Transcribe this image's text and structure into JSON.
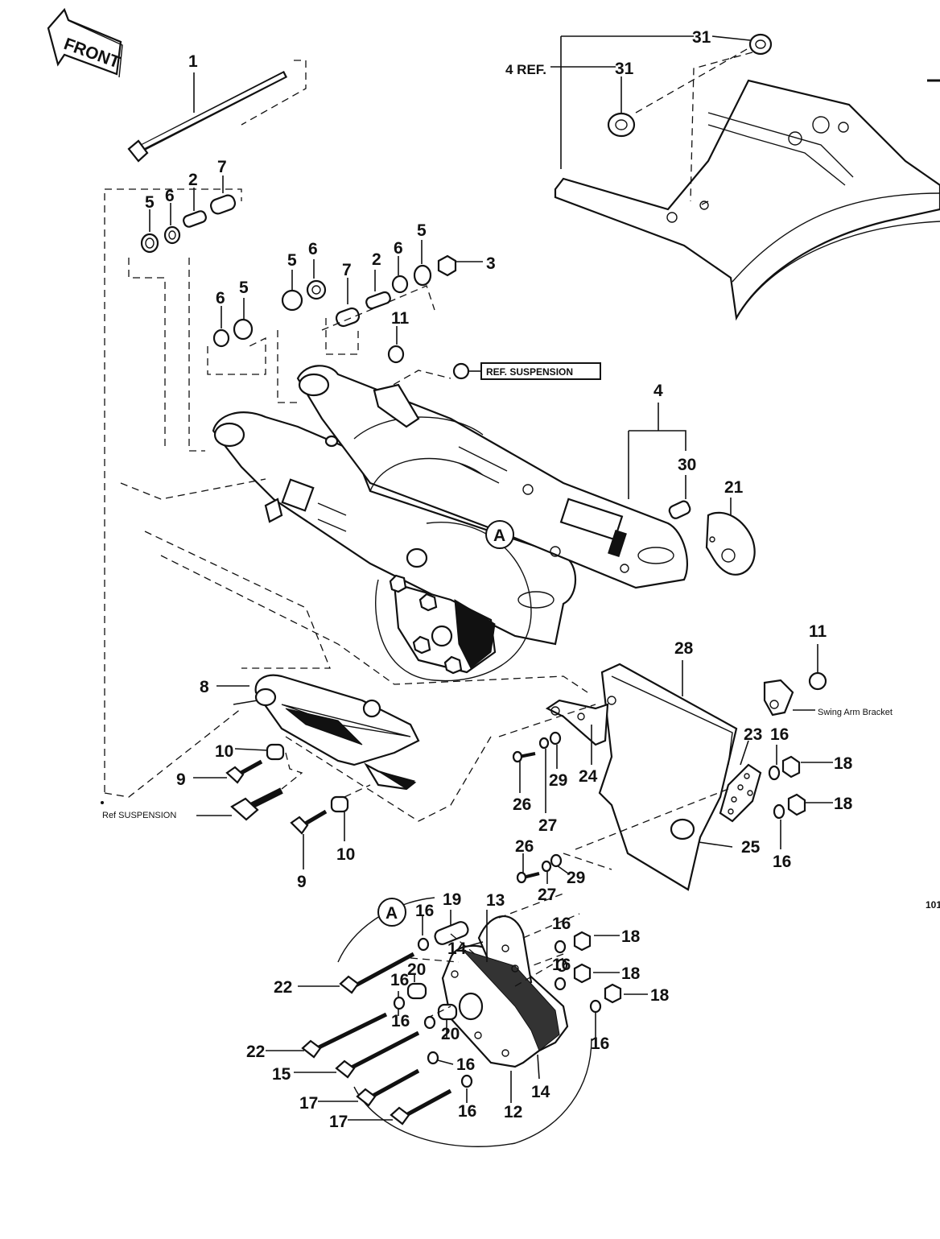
{
  "front_arrow": "FRONT",
  "page_number": "101",
  "detail_marker": "A",
  "ref_suspension_box": "REF. SUSPENSION",
  "ref_suspension_note": "Ref SUSPENSION",
  "four_ref": "4 REF.",
  "swing_arm_bracket": "Swing Arm Bracket",
  "callouts": [
    "1",
    "2",
    "3",
    "4",
    "5",
    "6",
    "7",
    "2",
    "5",
    "6",
    "6",
    "5",
    "5",
    "6",
    "7",
    "11",
    "30",
    "21",
    "8",
    "10",
    "9",
    "9",
    "10",
    "28",
    "11",
    "23",
    "16",
    "18",
    "18",
    "16",
    "24",
    "29",
    "26",
    "27",
    "25",
    "26",
    "27",
    "29",
    "31",
    "31",
    "19",
    "13",
    "16",
    "14",
    "16",
    "16",
    "18",
    "18",
    "18",
    "20",
    "22",
    "16",
    "16",
    "20",
    "22",
    "15",
    "16",
    "17",
    "17",
    "16",
    "12",
    "14",
    "16"
  ]
}
